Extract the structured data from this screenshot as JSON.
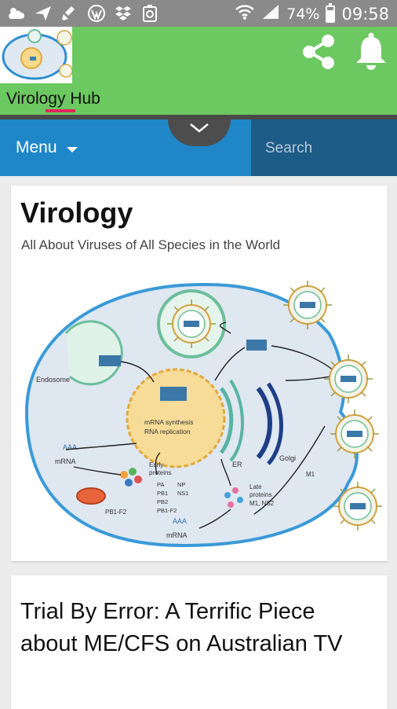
{
  "status_bar": {
    "battery_percent": "74%",
    "battery_level": 0.74,
    "time": "09:58",
    "icons": [
      "weather-icon",
      "send-icon",
      "clean-icon",
      "wordpress-icon",
      "dropbox-icon",
      "recycle-icon",
      "wifi-icon",
      "signal-icon",
      "battery-icon"
    ]
  },
  "header": {
    "site_title": "Virology Hub",
    "icons": [
      "logo-image",
      "share-icon",
      "bell-icon",
      "chevron-down-icon"
    ]
  },
  "menu": {
    "label": "Menu",
    "search_placeholder": "Search"
  },
  "intro_card": {
    "heading": "Virology",
    "tagline": "All About Viruses of All Species in the World"
  },
  "diagram_labels": {
    "endosome": "Endosome",
    "nucleus_line1": "mRNA synthesis",
    "nucleus_line2": "RNA replication",
    "aaa1": "AAA",
    "mrna1": "mRNA",
    "early_title": "Early",
    "early_title2": "proteins",
    "pa": "PA",
    "np": "NP",
    "pb1": "PB1",
    "ns1": "NS1",
    "pb2": "PB2",
    "pb1f2": "PB1-F2",
    "mito_label": "PB1-F2",
    "aaa2": "AAA",
    "mrna2": "mRNA",
    "late_title": "Late",
    "late_title2": "proteins",
    "late_line": "M1, NS2",
    "er": "ER",
    "golgi": "Golgi",
    "m1": "M1"
  },
  "post": {
    "title": "Trial By Error: A Terrific Piece about ME/CFS on Australian TV"
  },
  "colors": {
    "header_green": "#6cc860",
    "menu_blue": "#1f87c8",
    "search_blue": "#1e5c88",
    "underline_pink": "#e0245e"
  }
}
